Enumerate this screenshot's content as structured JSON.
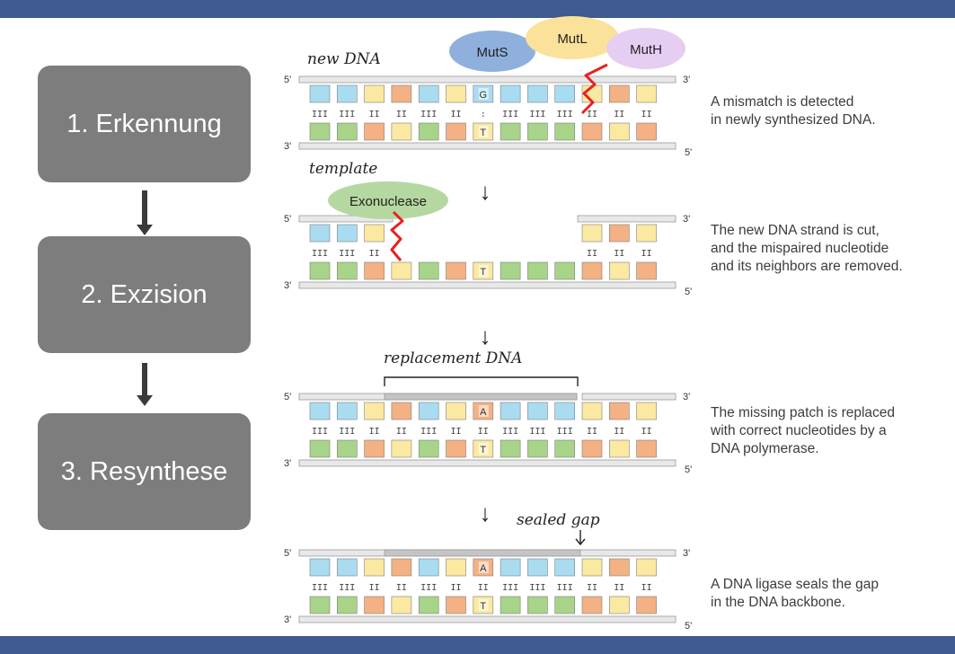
{
  "steps": [
    {
      "label": "1. Erkennung"
    },
    {
      "label": "2. Exzision"
    },
    {
      "label": "3. Resynthese"
    }
  ],
  "descriptions": [
    {
      "lines": [
        "A mismatch is detected",
        "in newly synthesized DNA."
      ]
    },
    {
      "lines": [
        "The new DNA strand is cut,",
        "and the mispaired nucleotide",
        "and its neighbors are removed."
      ]
    },
    {
      "lines": [
        "The missing patch is replaced",
        "with correct nucleotides by a",
        "DNA polymerase."
      ]
    },
    {
      "lines": [
        "A DNA ligase seals the gap",
        "in the DNA backbone."
      ]
    }
  ],
  "annotations": {
    "new_dna": "new DNA",
    "template": "template",
    "replacement_dna": "replacement DNA",
    "sealed_gap": "sealed gap"
  },
  "enzymes": {
    "muts": "MutS",
    "mutl": "MutL",
    "muth": "MutH",
    "exonuclease": "Exonuclease"
  },
  "strand_labels": {
    "five_prime": "5'",
    "three_prime": "3'"
  },
  "nucleotide_letters": {
    "mismatch_top": "G",
    "mismatch_bottom": "T",
    "replacement_top": "A"
  },
  "bond_marks": {
    "triple": "III",
    "double": "II",
    "mismatch": ":"
  },
  "flow_arrow": "↓",
  "colors": {
    "band": "#3f5b8f",
    "step_box": "#7d7d7d",
    "muts": "#8fb0dc",
    "mutl": "#fbe29a",
    "muth": "#e6cdf2",
    "exonuclease": "#b5d8a0",
    "cut_line": "#e8201f",
    "blue_base": "#a9dcf0",
    "orange_base": "#f3b184",
    "yellow_base": "#fbe9a2",
    "green_base": "#a8d48a",
    "backbone": "#e8e8e8",
    "replacement_backbone": "#c4c4c4"
  }
}
